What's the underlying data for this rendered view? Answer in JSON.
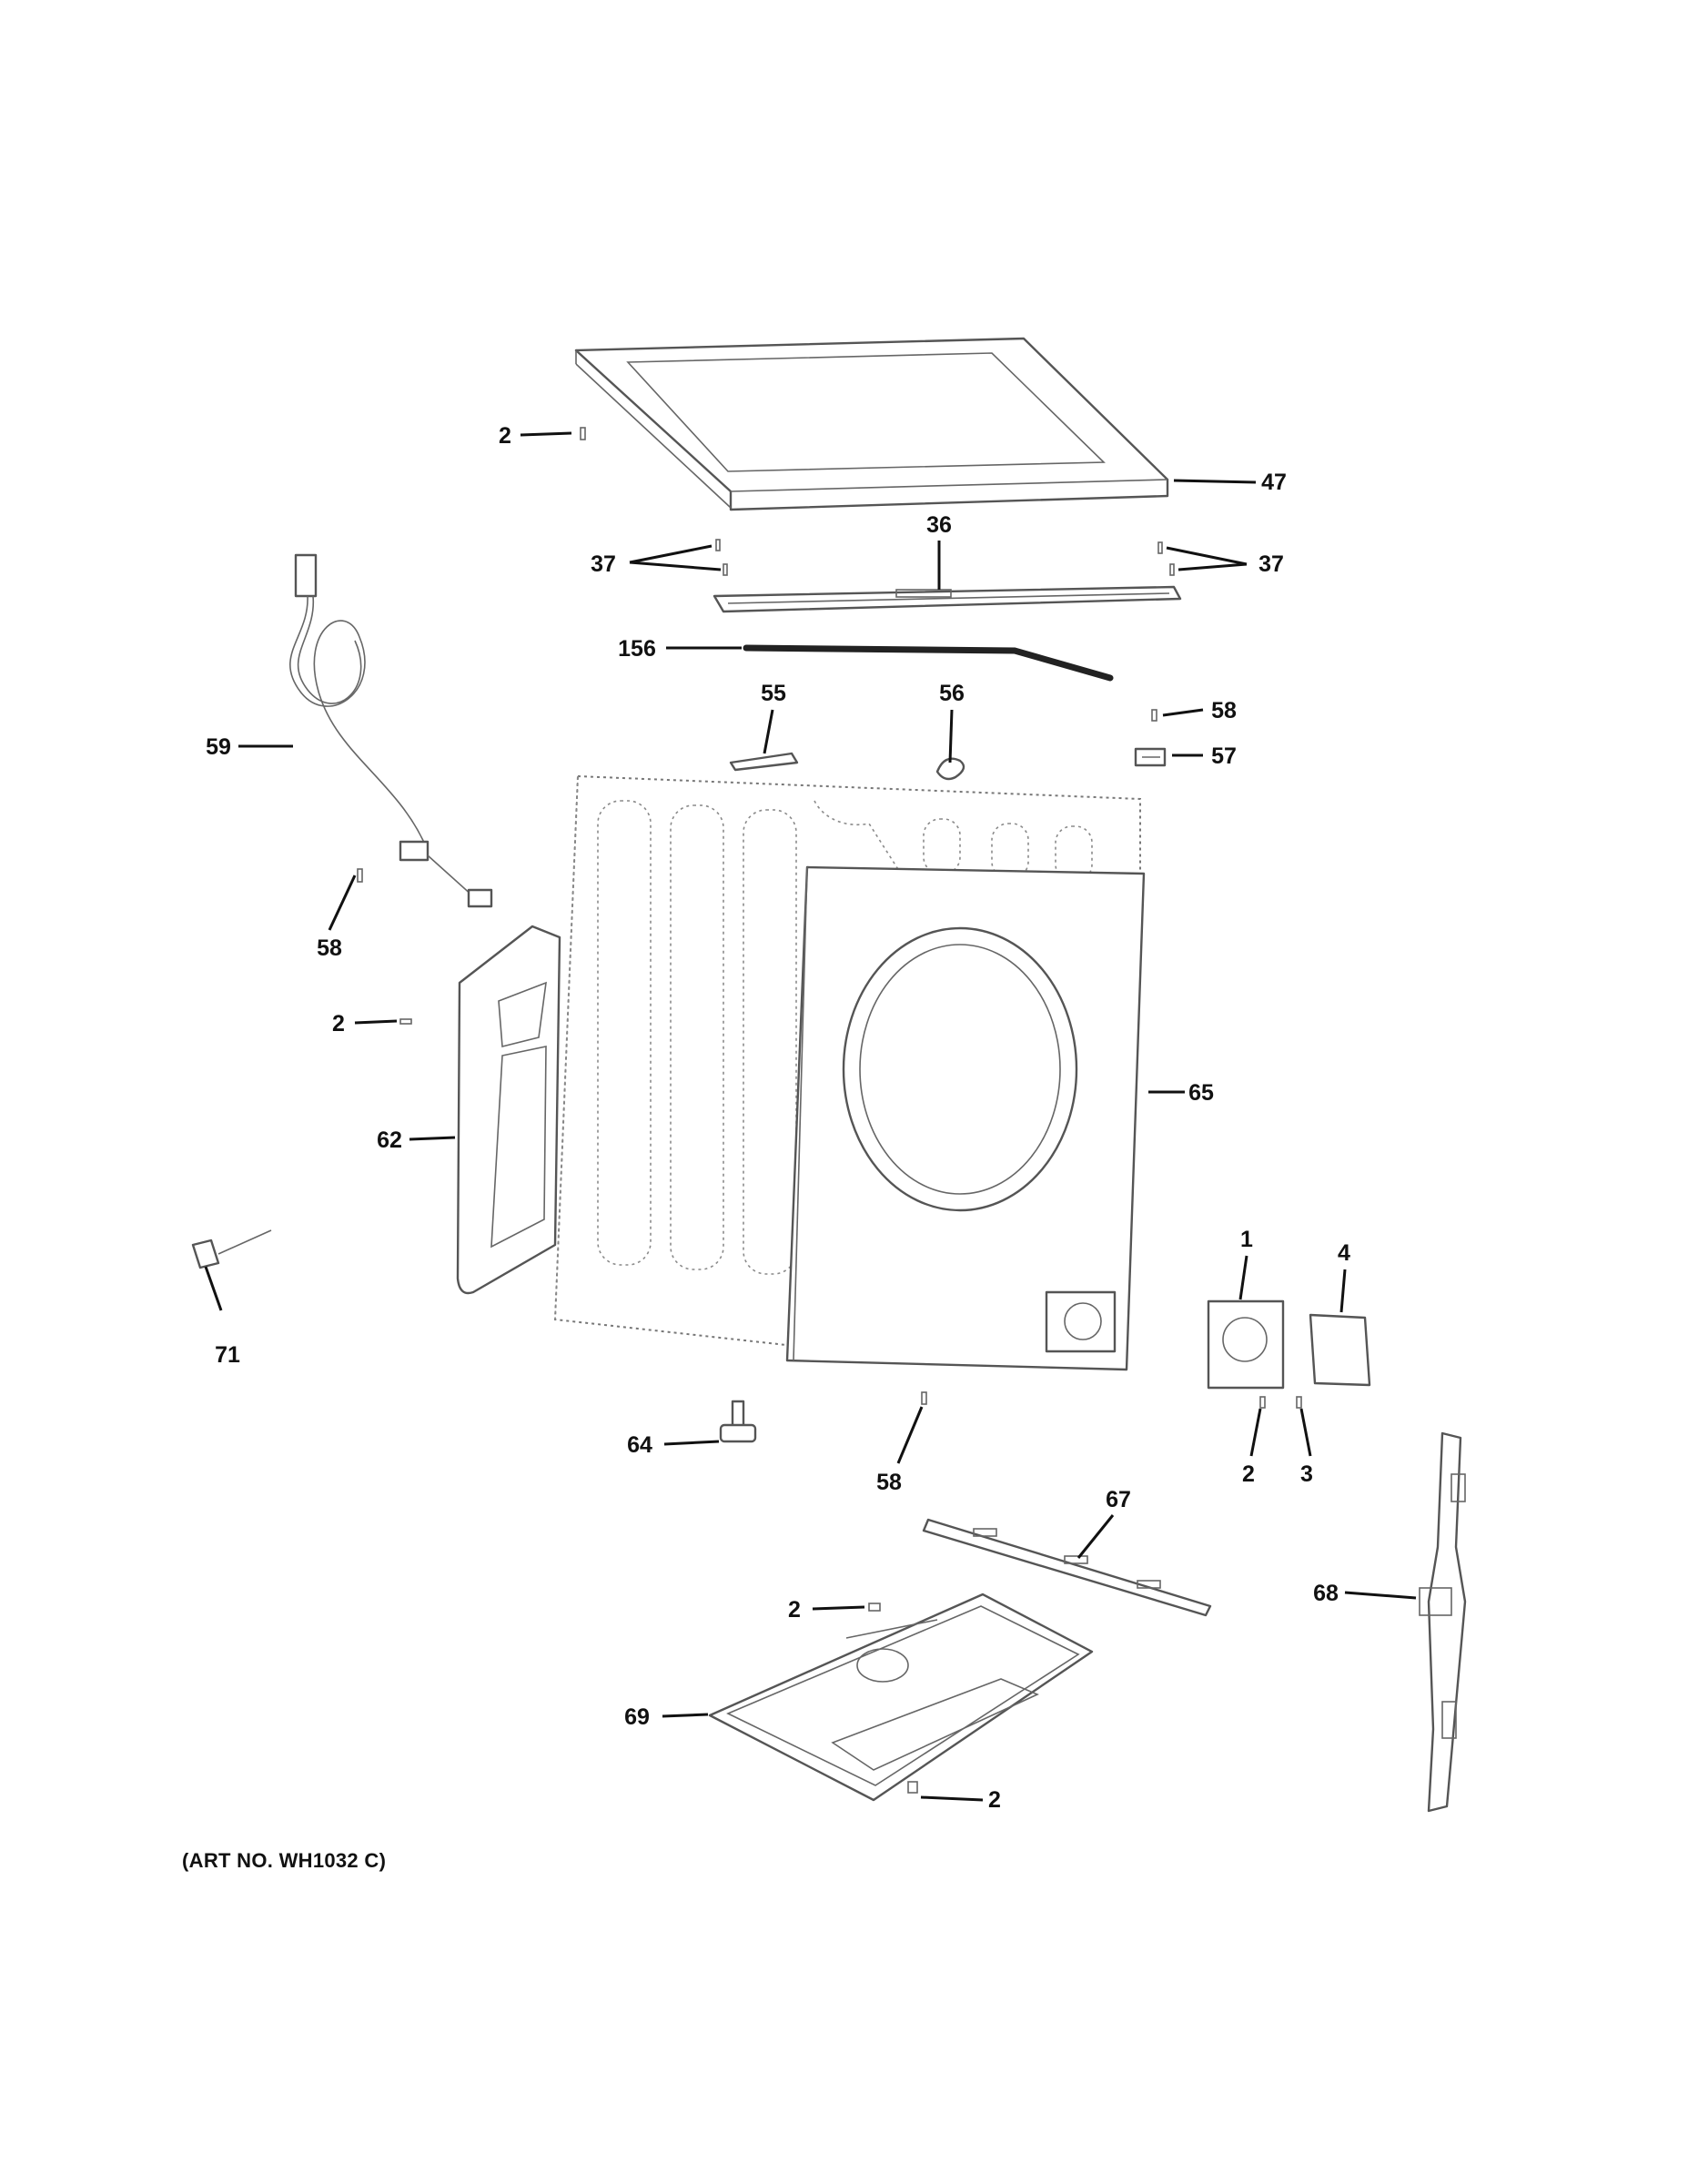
{
  "art_number": "(ART NO. WH1032 C)",
  "callouts": {
    "top_screw": "2",
    "top_panel": "47",
    "screws_left": "37",
    "screws_right": "37",
    "top_brace": "36",
    "gasket_strip": "156",
    "bracket_55": "55",
    "clip_56": "56",
    "screw_58_top": "58",
    "latch_57": "57",
    "power_cord": "59",
    "screw_58_left": "58",
    "screw_2_left": "2",
    "rear_panel": "62",
    "side_screw_71": "71",
    "front_panel": "65",
    "cover_1": "1",
    "cover_4": "4",
    "screw_2_cover": "2",
    "screw_3": "3",
    "leveling_leg": "64",
    "screw_58_bottom": "58",
    "rail_67": "67",
    "side_rail_68": "68",
    "screw_2_base": "2",
    "base_pan": "69",
    "screw_2_bottom": "2"
  }
}
